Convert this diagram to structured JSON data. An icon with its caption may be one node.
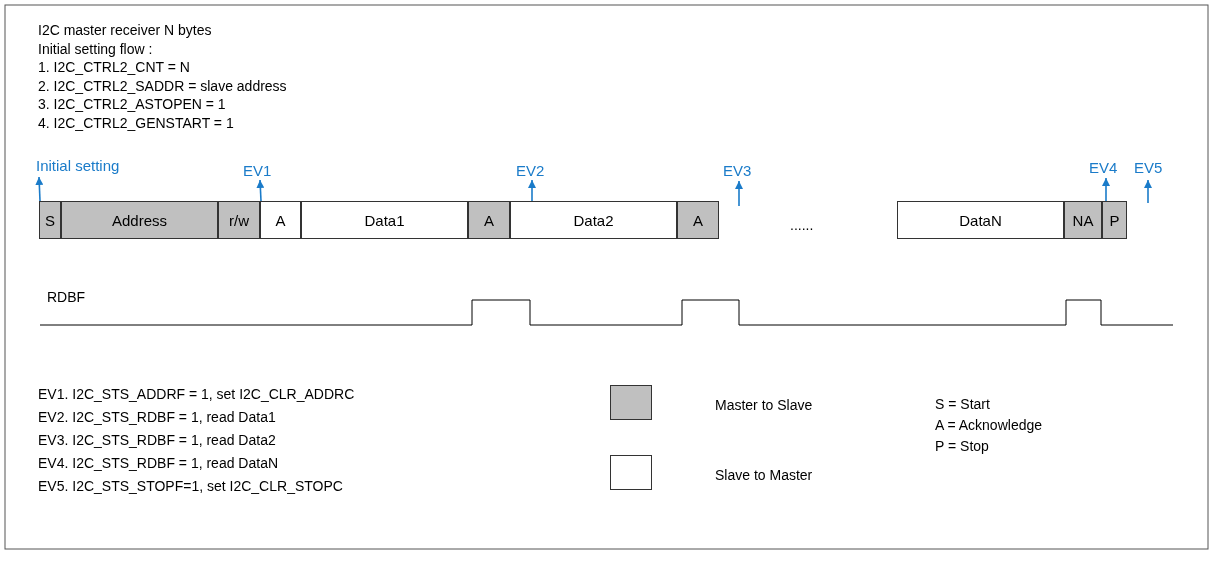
{
  "diagram": {
    "title": "I2C master receiver N bytes",
    "nodes": [
      {
        "text": [
          "Initial setting"
        ]
      },
      {
        "text": [
          "EV1"
        ]
      },
      {
        "text": [
          "EV2"
        ]
      },
      {
        "text": [
          "EV3"
        ]
      },
      {
        "text": [
          "EV4"
        ]
      },
      {
        "text": [
          "EV5"
        ]
      },
      {
        "text": [
          "S"
        ]
      },
      {
        "text": [
          "Address"
        ]
      },
      {
        "text": [
          "r/w"
        ]
      },
      {
        "text": [
          "A"
        ]
      },
      {
        "text": [
          "Data1"
        ]
      },
      {
        "text": [
          "A"
        ]
      },
      {
        "text": [
          "Data2"
        ]
      },
      {
        "text": [
          "A"
        ]
      },
      {
        "text": [
          "DataN"
        ]
      },
      {
        "text": [
          "NA"
        ]
      },
      {
        "text": [
          "P"
        ]
      }
    ],
    "edges": [
      {
        "from": 6,
        "to": 0,
        "arrow": "to"
      },
      {
        "from": 9,
        "to": 1,
        "arrow": "to"
      },
      {
        "from": 12,
        "to": 2,
        "arrow": "to"
      },
      {
        "from": null,
        "to": 3,
        "arrow": "to"
      },
      {
        "from": 16,
        "to": 4,
        "arrow": "to"
      },
      {
        "from": null,
        "to": 5,
        "arrow": "to"
      }
    ],
    "labels": [
      "Initial setting flow :",
      "1. I2C_CTRL2_CNT = N",
      "2. I2C_CTRL2_SADDR = slave address",
      "3. I2C_CTRL2_ASTOPEN = 1",
      "4. I2C_CTRL2_GENSTART = 1",
      "......",
      "RDBF",
      "EV1. I2C_STS_ADDRF = 1, set I2C_CLR_ADDRC",
      "EV2. I2C_STS_RDBF = 1, read Data1",
      "EV3. I2C_STS_RDBF = 1, read Data2",
      "EV4. I2C_STS_RDBF = 1, read DataN",
      "EV5. I2C_STS_STOPF=1, set I2C_CLR_STOPC",
      "S = Start",
      "A = Acknowledge",
      "P = Stop"
    ],
    "legend": [
      {
        "text": "Master to Slave",
        "color": "#c0c0c0"
      },
      {
        "text": "Slave to Master",
        "color": "#ffffff"
      }
    ]
  }
}
